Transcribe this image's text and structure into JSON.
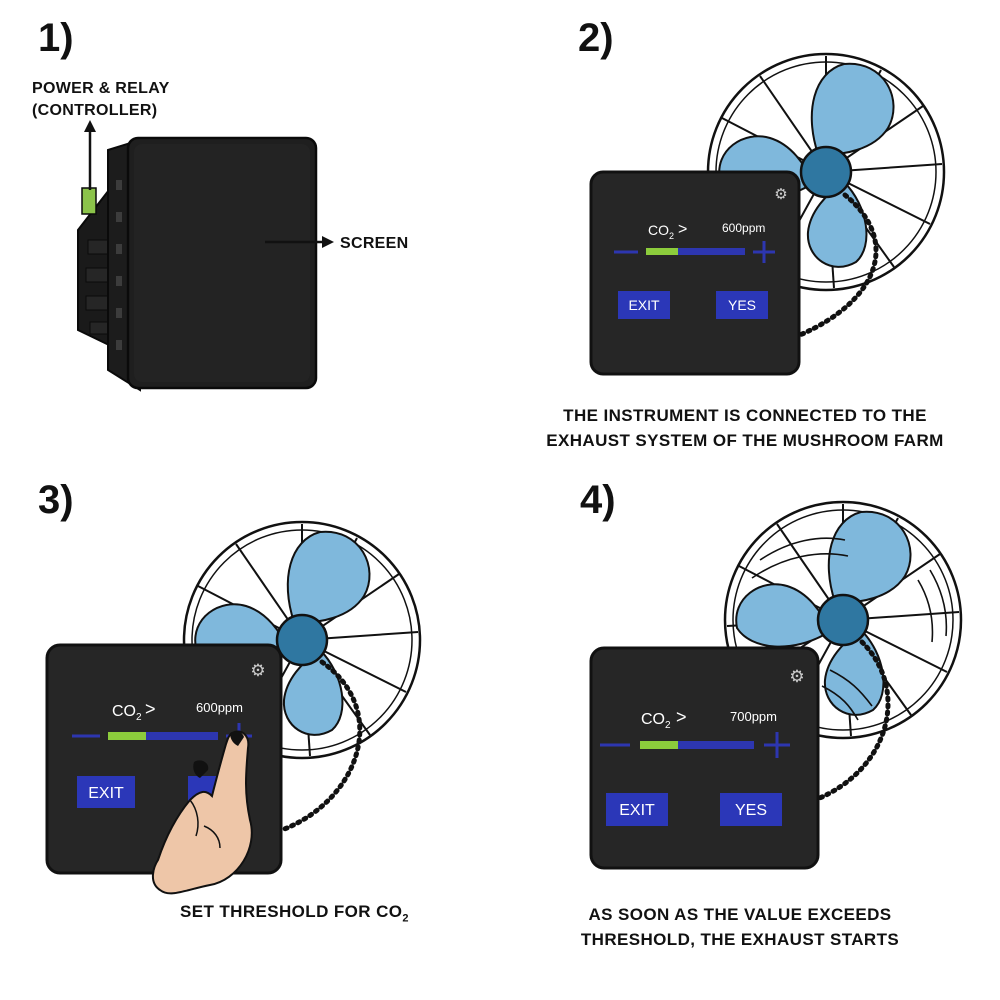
{
  "steps": [
    {
      "number": "1)"
    },
    {
      "number": "2)"
    },
    {
      "number": "3)"
    },
    {
      "number": "4)"
    }
  ],
  "step1": {
    "power_label_line1": "POWER & RELAY",
    "power_label_line2": "(CONTROLLER)",
    "screen_label": "SCREEN"
  },
  "panels": [
    {
      "co2": "CO",
      "co2_sub": "2",
      "chevron": ">",
      "value": "600ppm",
      "exit": "EXIT",
      "yes": "YES"
    },
    {
      "co2": "CO",
      "co2_sub": "2",
      "chevron": ">",
      "value": "600ppm",
      "exit": "EXIT"
    },
    {
      "co2": "CO",
      "co2_sub": "2",
      "chevron": ">",
      "value": "700ppm",
      "exit": "EXIT",
      "yes": "YES"
    }
  ],
  "captions": {
    "step2_line1": "THE INSTRUMENT IS CONNECTED TO THE",
    "step2_line2": "EXHAUST SYSTEM OF THE MUSHROOM FARM",
    "step3_main": "SET THRESHOLD FOR CO",
    "step3_sub": "2",
    "step4_line1": "AS SOON AS THE VALUE EXCEEDS",
    "step4_line2": "THRESHOLD, THE EXHAUST STARTS"
  },
  "colors": {
    "device": "#1e1e1e",
    "panel": "#262626",
    "button": "#2b37b8",
    "slider_fill": "#8ccc3c",
    "slider_track": "#2d36b0",
    "fan_blade": "#7fb8dc",
    "fan_hub": "#2f77a1",
    "relay_green": "#8bc34a"
  }
}
